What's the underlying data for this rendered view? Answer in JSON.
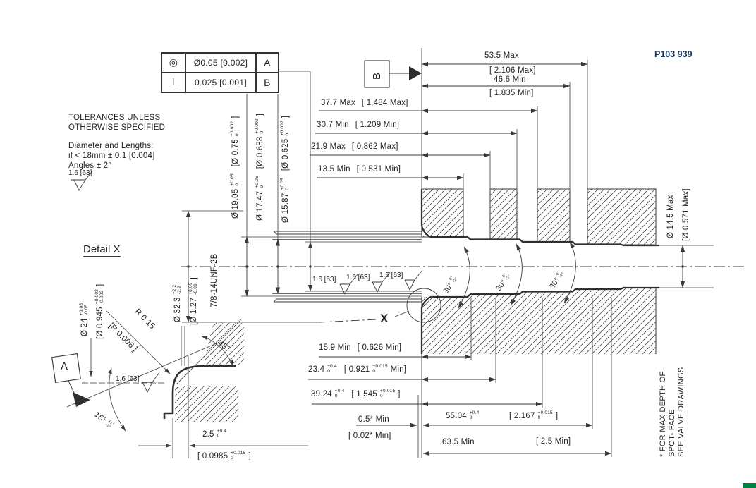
{
  "meta": {
    "part_number": "P103 939"
  },
  "colors": {
    "ink": "#3a3a3a",
    "part_number_blue": "#17365d",
    "accent_green": "#008244"
  },
  "notes": {
    "tol_line1": "TOLERANCES UNLESS",
    "tol_line2": "OTHERWISE SPECIFIED",
    "body_line1": "Diameter and Lengths:",
    "body_line2": "if < 18mm ± 0.1 [0.004]",
    "body_line3": "Angles ± 2°",
    "finish": "1.6 [63]",
    "side_note_1": "* FOR MAX DEPTH OF",
    "side_note_2": "SPOT- FACE",
    "side_note_3": "SEE VALVE DRAWINGS"
  },
  "fcf": {
    "row1": {
      "symbol": "◎",
      "value": "Ø0.05  [0.002]",
      "datum": "A"
    },
    "row2": {
      "symbol": "⊥",
      "value": "0.025  [0.001]",
      "datum": "B"
    }
  },
  "datums": {
    "a": "A",
    "b": "B"
  },
  "top_dims": [
    {
      "main": "53.5 Max",
      "alt": "[ 2.106 Max]"
    },
    {
      "main": "46.6 Min",
      "alt": "[ 1.835 Min]"
    },
    {
      "main": "37.7 Max",
      "alt": "[ 1.484 Max]"
    },
    {
      "main": "30.7 Min",
      "alt": "[ 1.209 Min]"
    },
    {
      "main": "21.9 Max",
      "alt": "[ 0.862 Max]"
    },
    {
      "main": "13.5 Min",
      "alt": "[ 0.531 Min]"
    }
  ],
  "bottom_dims": [
    {
      "main": "15.9 Min",
      "alt": "[ 0.626 Min]"
    },
    {
      "v": "23.4",
      "tp": "+0.4",
      "tm": "0",
      "av": "[ 0.921",
      "atp": "+0.015",
      "atm": "0",
      "ac": "Min]"
    },
    {
      "v": "39.24",
      "tp": "+0.4",
      "tm": "0",
      "av": "[ 1.545",
      "atp": "+0.015",
      "atm": "0",
      "ac": "]"
    },
    {
      "main": "0.5* Min",
      "alt": "[ 0.02* Min]"
    },
    {
      "v": "55.04",
      "tp": "+0.4",
      "tm": "0",
      "av": "[ 2.167",
      "atp": "+0.015",
      "atm": "0",
      "ac": "]"
    },
    {
      "main": "63.5 Min",
      "alt": "[ 2.5 Min]"
    }
  ],
  "bore_dims": [
    {
      "v": "Ø 19.05",
      "tp": "+0.05",
      "tm": "0",
      "av": "[Ø 0.75",
      "atp": "+0.002",
      "atm": "0",
      "ac": "]"
    },
    {
      "v": "Ø 17.47",
      "tp": "+0.05",
      "tm": "0",
      "av": "[Ø 0.688",
      "atp": "+0.002",
      "atm": "0",
      "ac": "]"
    },
    {
      "v": "Ø 15.87",
      "tp": "+0.05",
      "tm": "0",
      "av": "[Ø 0.625",
      "atp": "+0.002",
      "atm": "0",
      "ac": "]"
    }
  ],
  "left_dims": {
    "od": {
      "v": "Ø 32.3",
      "tp": "+2.2",
      "tm": "-2.2"
    },
    "od_alt": {
      "v": "[Ø 1.27",
      "tp": "+0.09",
      "tm": "-0.09",
      "c": "]"
    },
    "thread": "7/8-14UNF-2B"
  },
  "right_dim": {
    "main": "Ø 14.5 Max",
    "alt": "[Ø 0.571 Max]"
  },
  "chamfer": {
    "v": "30°",
    "tp": "0°",
    "tm": "-2°"
  },
  "surface_finish": "1.6 [63]",
  "detail": {
    "title": "Detail X",
    "callout": "X",
    "dia24": {
      "v": "Ø 24",
      "tp": "+0.05",
      "tm": "-0.05",
      "av": "[Ø 0.945",
      "atp": "+0.002",
      "atm": "-0.002",
      "ac": "]"
    },
    "radius": {
      "main": "R 0.15",
      "alt": "[R  0.006 ]"
    },
    "angle45": "45°",
    "angle15": {
      "v": "15°",
      "tp": "+1°",
      "tm": "-1°"
    },
    "depth": {
      "v": "2.5",
      "tp": "+0.4",
      "tm": "0",
      "av": "[ 0.0985",
      "atp": "+0.015",
      "atm": "0",
      "ac": "]"
    },
    "finish": "1.6 [63]"
  }
}
